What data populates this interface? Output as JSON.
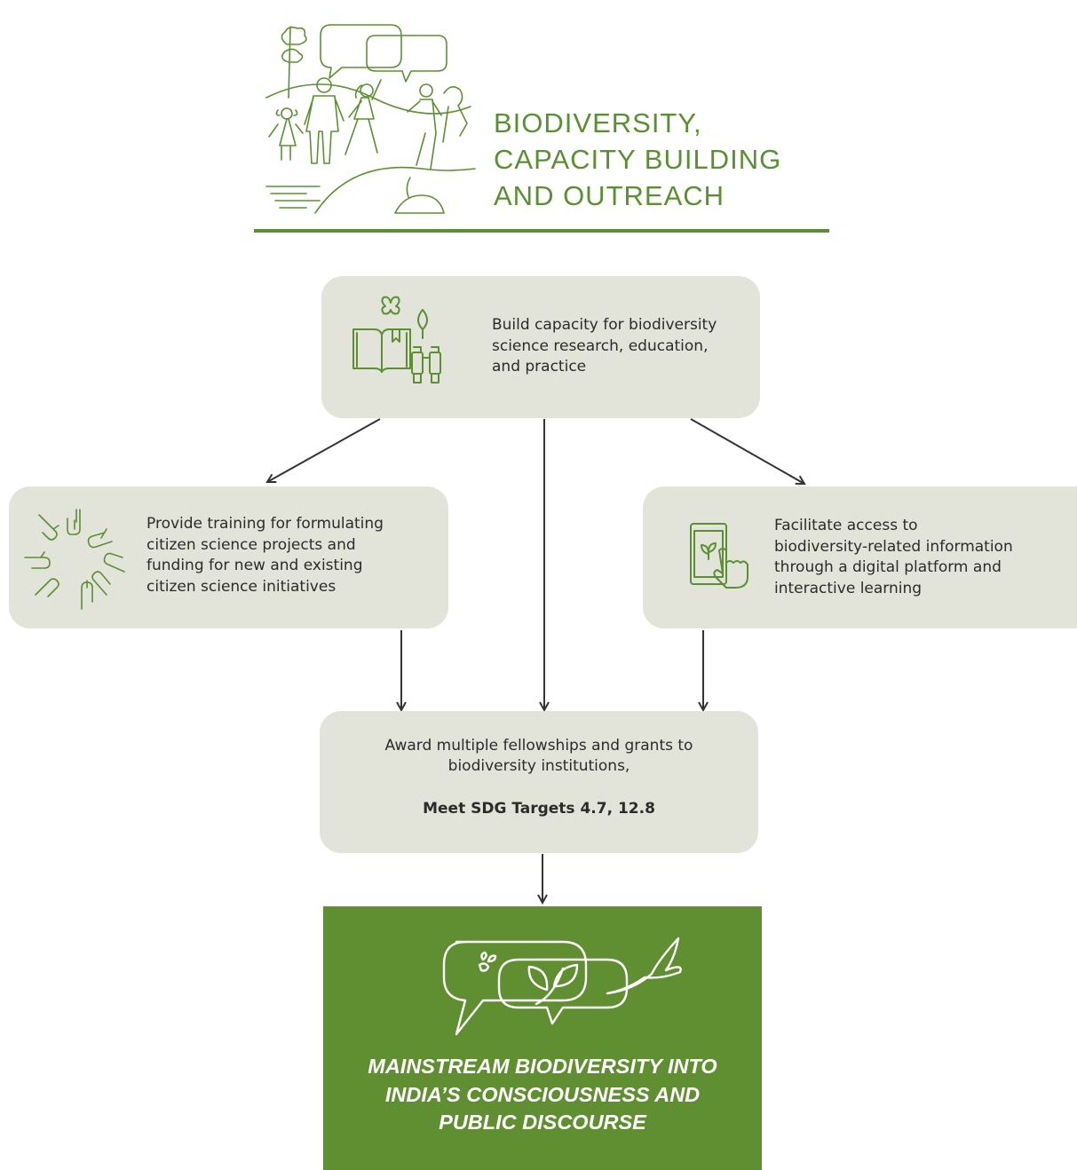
{
  "header": {
    "title_lines": [
      "BIODIVERSITY,",
      "CAPACITY BUILDING",
      "AND OUTREACH"
    ],
    "illustration_icon": "people-walking-nature-icon"
  },
  "nodes": {
    "top": {
      "icon": "book-binoculars-butterfly-leaf-icon",
      "lines": [
        "Build capacity for biodiversity",
        "science research, education,",
        "and practice"
      ]
    },
    "left": {
      "icon": "circle-of-hands-icon",
      "lines": [
        "Provide training for formulating",
        "citizen science projects and",
        "funding for new and existing",
        "citizen science initiatives"
      ]
    },
    "right": {
      "icon": "tablet-touch-icon",
      "lines": [
        "Facilitate access to",
        "biodiversity-related information",
        "through a digital platform and",
        "interactive learning"
      ]
    },
    "middle": {
      "lines": [
        "Award multiple fellowships and grants to",
        "biodiversity institutions,"
      ],
      "sdg": "Meet SDG Targets 4.7, 12.8"
    },
    "bottom": {
      "icon": "speech-bubbles-leaf-bird-bee-icon",
      "lines": [
        "MAINSTREAM BIODIVERSITY INTO",
        "INDIA’S CONSCIOUSNESS AND",
        "PUBLIC DISCOURSE"
      ]
    }
  },
  "colors": {
    "green": "#5b9032",
    "box_fill": "#e3e4d9",
    "bottom_fill": "#5f8f30",
    "arrow": "#333333"
  }
}
